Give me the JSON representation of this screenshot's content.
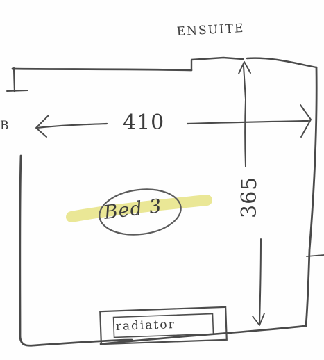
{
  "diagram": {
    "top_label": "ENSUITE",
    "room_label": "Bed 3",
    "width_label": "410",
    "depth_label": "365",
    "fixture_label": "radiator",
    "edge_label": "B",
    "highlight_color": "#e8e48b",
    "pencil_color": "#4a4a4a"
  }
}
